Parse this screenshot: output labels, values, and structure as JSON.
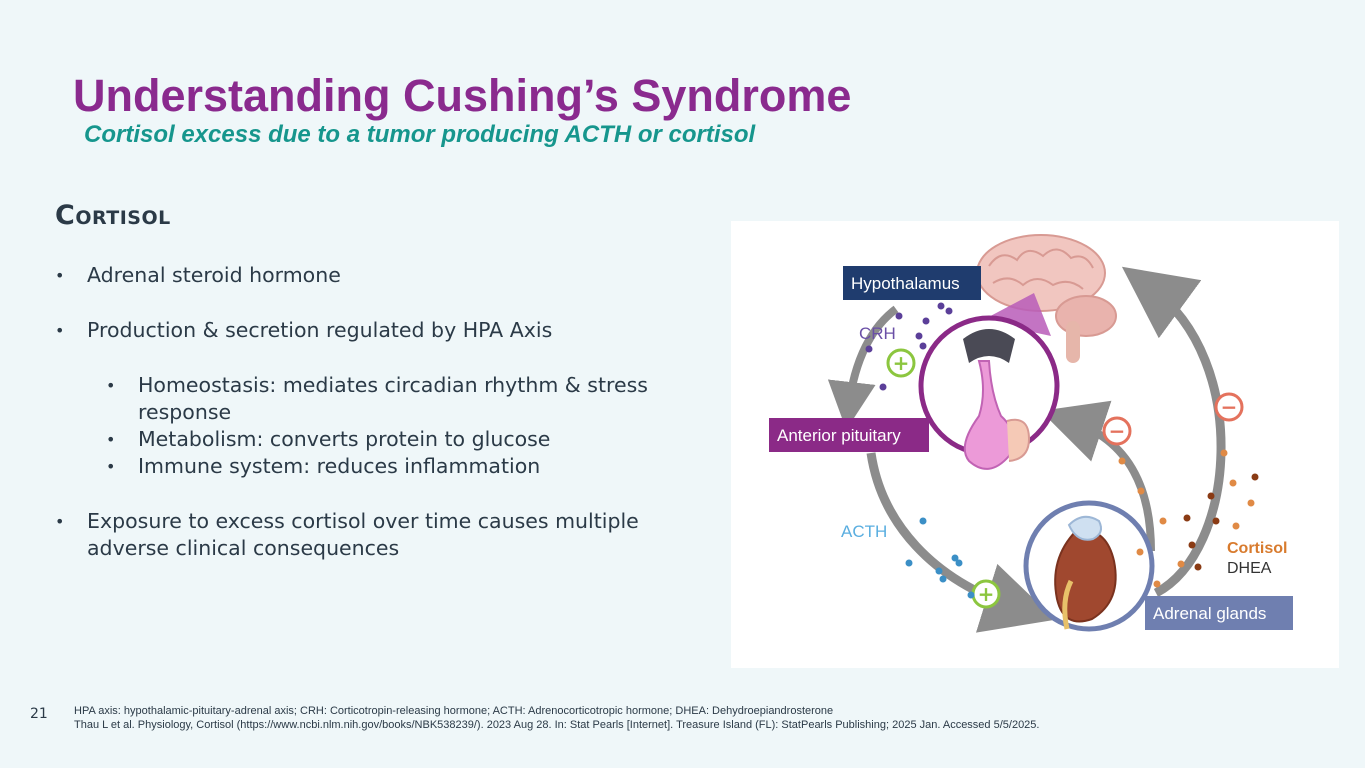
{
  "slide": {
    "title": "Understanding Cushing’s Syndrome",
    "subtitle": "Cortisol excess due to a tumor producing ACTH or cortisol",
    "section_heading": "Cortisol",
    "bullets": [
      "Adrenal steroid hormone",
      "Production & secretion regulated by HPA Axis",
      "Exposure to excess cortisol over time causes multiple adverse clinical consequences"
    ],
    "sub_bullets": [
      "Homeostasis: mediates circadian rhythm & stress response",
      "Metabolism: converts protein to glucose",
      "Immune system: reduces inflammation"
    ],
    "bullet_char": "•",
    "slide_number": "21",
    "footnotes": [
      "HPA axis: hypothalamic-pituitary-adrenal axis; CRH: Corticotropin-releasing hormone; ACTH: Adrenocorticotropic hormone; DHEA: Dehydroepiandrosterone",
      "Thau L et al. Physiology, Cortisol (https://www.ncbi.nlm.nih.gov/books/NBK538239/). 2023 Aug 28. In: Stat Pearls [Internet]. Treasure Island (FL): StatPearls Publishing; 2025 Jan. Accessed 5/5/2025."
    ]
  },
  "diagram": {
    "labels": {
      "hypothalamus": "Hypothalamus",
      "anterior_pituitary": "Anterior pituitary",
      "adrenal_glands": "Adrenal glands",
      "crh": "CRH",
      "acth": "ACTH",
      "cortisol": "Cortisol",
      "dhea": "DHEA"
    },
    "signs": {
      "plus": "+",
      "minus": "−"
    },
    "colors": {
      "title": "#8a2a8e",
      "subtitle": "#16968d",
      "hypothalamus_box": "#1f3c6e",
      "pituitary_box": "#8b2a87",
      "adrenal_box": "#6f7fb0",
      "crh_text": "#6a4fa6",
      "acth_text": "#5aaee0",
      "cortisol_text": "#d87b2e",
      "plus_sign": "#8cc63f",
      "minus_sign": "#e4725d",
      "arrow": "#8c8c8c"
    }
  }
}
